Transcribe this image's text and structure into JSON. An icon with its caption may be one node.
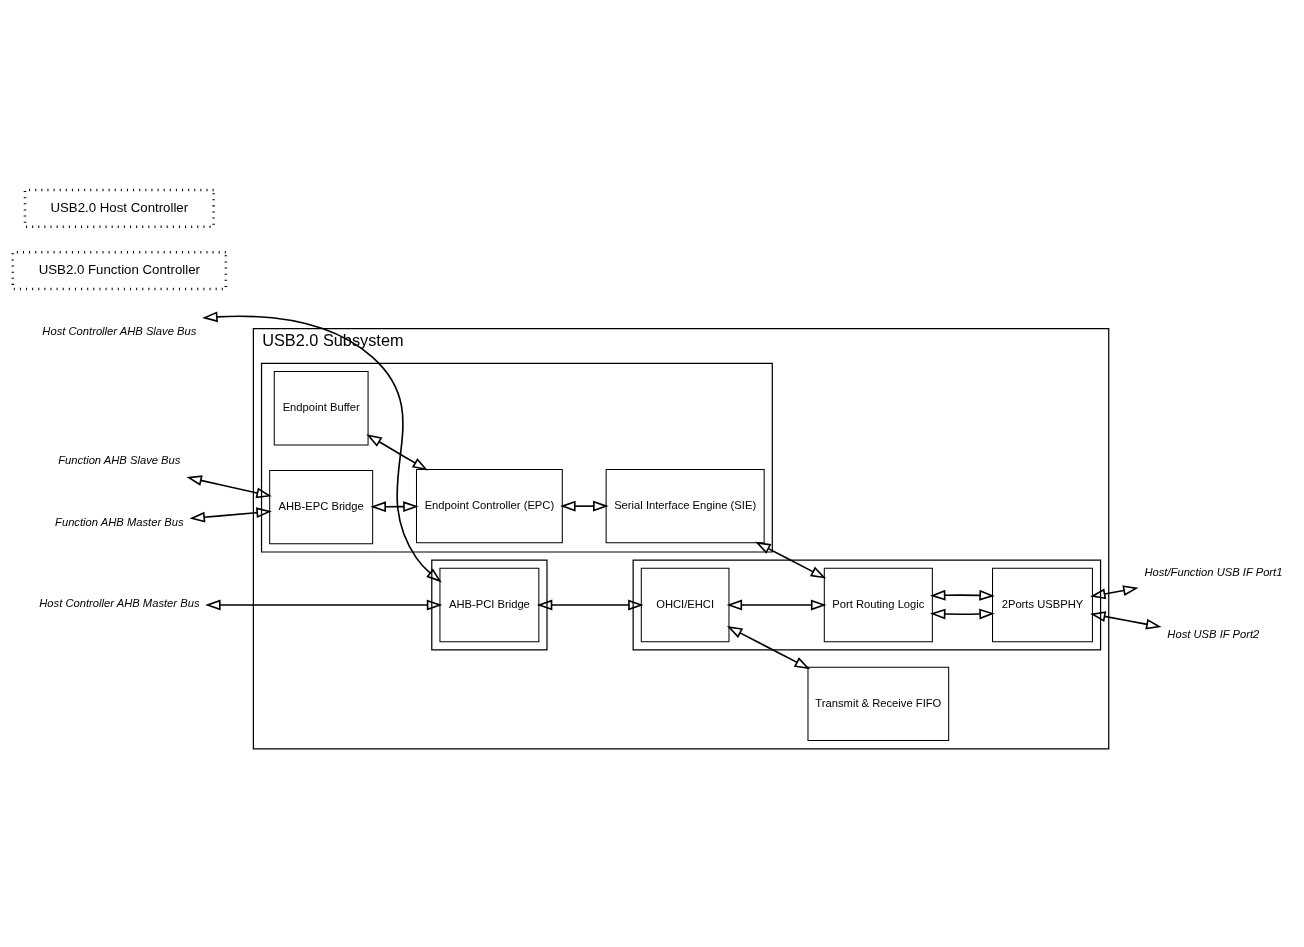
{
  "diagram": {
    "nodes": [
      {
        "text": [
          "USB2.0 Subsystem"
        ]
      },
      {
        "text": [
          "USB2.0 Function Controller"
        ]
      },
      {
        "text": [],
        "shape": "box",
        "in": 0
      },
      {
        "text": [
          "Endpoint Buffer"
        ],
        "in": 2
      },
      {
        "text": [
          "AHB-EPC Bridge"
        ],
        "in": 2
      },
      {
        "text": [
          "Endpoint Controller (EPC)"
        ],
        "in": 2
      },
      {
        "text": [
          "Serial Interface Engine (SIE)"
        ],
        "in": 2
      },
      {
        "text": [
          "USB2.0 Host Controller"
        ]
      },
      {
        "text": [],
        "shape": "box",
        "in": 0
      },
      {
        "text": [
          "AHB-PCI Bridge"
        ],
        "in": 8
      },
      {
        "text": [],
        "shape": "box",
        "in": 0
      },
      {
        "text": [
          "OHCI/EHCI"
        ],
        "in": 10
      },
      {
        "text": [
          "Port Routing Logic"
        ],
        "in": 10
      },
      {
        "text": [
          "2Ports USBPHY"
        ],
        "in": 10
      },
      {
        "text": [
          "Transmit & Receive FIFO"
        ],
        "in": 0
      },
      {
        "text": [
          "Function AHB Slave Bus"
        ]
      },
      {
        "text": [
          "Function AHB Master Bus"
        ]
      },
      {
        "text": [
          "Host Controller AHB Slave Bus"
        ]
      },
      {
        "text": [
          "Host Controller AHB Master Bus"
        ]
      },
      {
        "text": [
          "Host/Function USB IF Port1"
        ]
      },
      {
        "text": [
          "Host USB IF Port2"
        ]
      }
    ],
    "edges": [
      {
        "from": 15,
        "to": 4,
        "arrow": "both"
      },
      {
        "from": 16,
        "to": 4,
        "arrow": "both"
      },
      {
        "from": 3,
        "to": 5,
        "arrow": "both"
      },
      {
        "from": 4,
        "to": 5,
        "arrow": "both"
      },
      {
        "from": 5,
        "to": 6,
        "arrow": "both"
      },
      {
        "from": 6,
        "to": 12,
        "arrow": "both"
      },
      {
        "from": 17,
        "to": 9,
        "arrow": "both"
      },
      {
        "from": 18,
        "to": 9,
        "arrow": "both"
      },
      {
        "from": 9,
        "to": 11,
        "arrow": "both"
      },
      {
        "from": 11,
        "to": 12,
        "arrow": "both"
      },
      {
        "from": 12,
        "to": 13,
        "arrow": "both"
      },
      {
        "from": 12,
        "to": 13,
        "arrow": "both"
      },
      {
        "from": 13,
        "to": 19,
        "arrow": "both"
      },
      {
        "from": 13,
        "to": 20,
        "arrow": "both"
      },
      {
        "from": 11,
        "to": 14,
        "arrow": "both"
      }
    ]
  }
}
